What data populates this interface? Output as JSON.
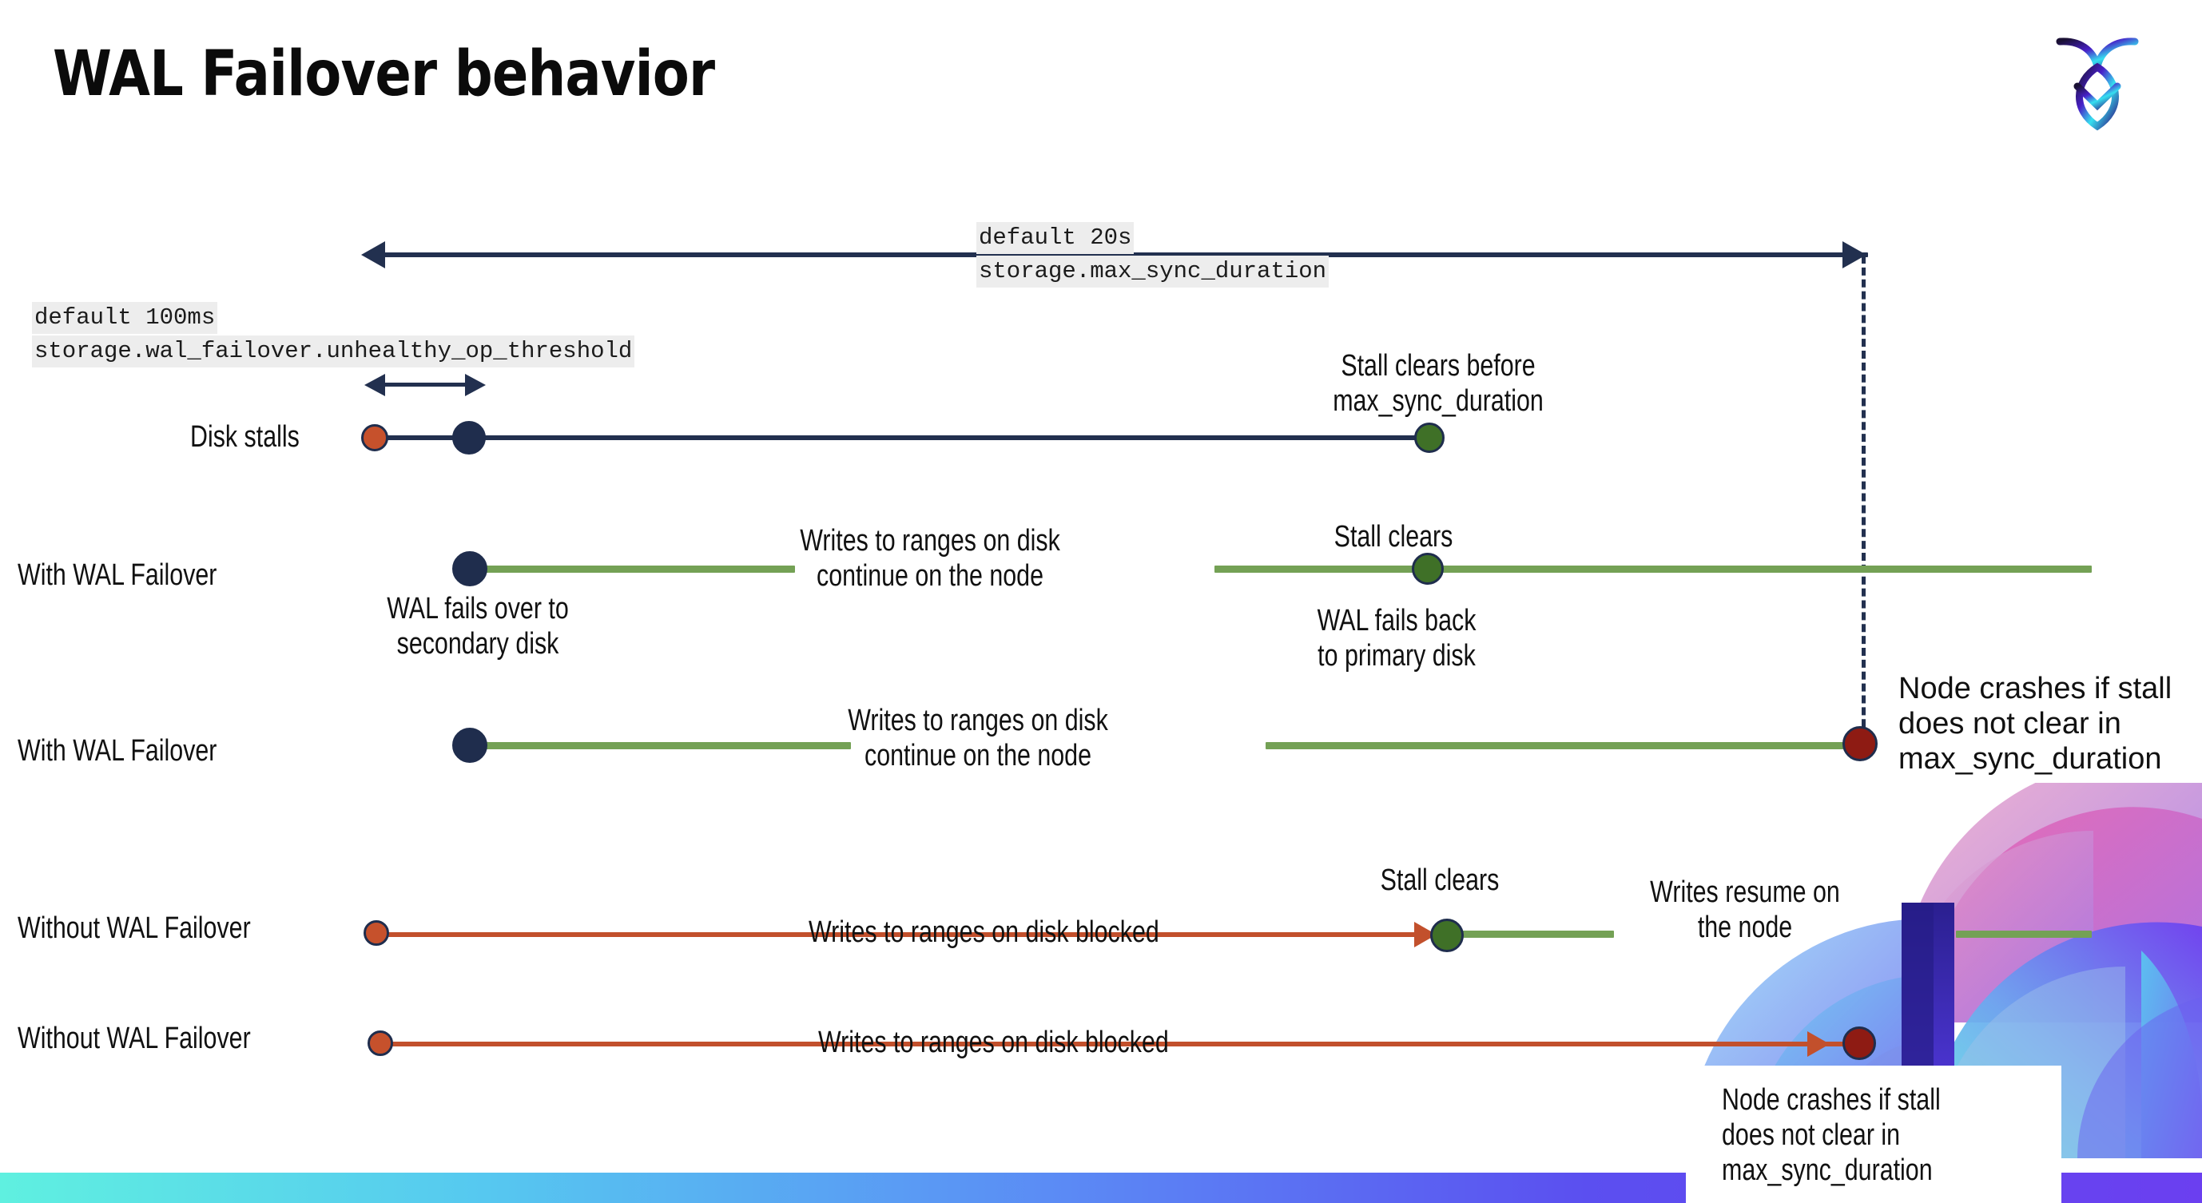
{
  "slide": {
    "title": "WAL Failover behavior",
    "logo_name": "cockroachdb-logo"
  },
  "annotations": {
    "max_sync": {
      "line1": "default 20s",
      "line2": "storage.max_sync_duration"
    },
    "unhealthy": {
      "line1": "default 100ms",
      "line2": "storage.wal_failover.unhealthy_op_threshold"
    }
  },
  "rows": [
    {
      "id": "disk-stalls",
      "label": "Disk stalls",
      "notes": [
        {
          "id": "stall-clears-before",
          "text": "Stall clears before\nmax_sync_duration"
        }
      ]
    },
    {
      "id": "with-wal-failover-1",
      "label": "With WAL Failover",
      "notes": [
        {
          "id": "wal-fails-over",
          "text": "WAL fails over to\nsecondary disk"
        },
        {
          "id": "writes-continue-1",
          "text": "Writes to ranges on disk\ncontinue on the node"
        },
        {
          "id": "stall-clears-1",
          "text": "Stall clears"
        },
        {
          "id": "wal-fails-back",
          "text": "WAL fails  back\nto primary disk"
        }
      ]
    },
    {
      "id": "with-wal-failover-2",
      "label": "With WAL Failover",
      "notes": [
        {
          "id": "writes-continue-2",
          "text": "Writes to ranges on disk\ncontinue on the node"
        },
        {
          "id": "node-crashes-1",
          "text": "Node crashes if stall\ndoes not clear in\nmax_sync_duration"
        }
      ]
    },
    {
      "id": "without-wal-failover-1",
      "label": "Without WAL Failover",
      "notes": [
        {
          "id": "writes-blocked-1",
          "text": "Writes to ranges on disk  blocked"
        },
        {
          "id": "stall-clears-2",
          "text": "Stall clears"
        },
        {
          "id": "writes-resume",
          "text": "Writes resume on\nthe node"
        }
      ]
    },
    {
      "id": "without-wal-failover-2",
      "label": "Without WAL Failover",
      "notes": [
        {
          "id": "writes-blocked-2",
          "text": "Writes to ranges on disk  blocked"
        },
        {
          "id": "node-crashes-2",
          "text": "Node crashes if stall\ndoes not clear in\nmax_sync_duration"
        }
      ]
    }
  ],
  "colors": {
    "navy": "#22304f",
    "green": "#74a155",
    "orange": "#c2502c",
    "dot_orange": "#c6512c",
    "dot_green": "#3f7027",
    "dot_darkred": "#8e1b13",
    "code_bg": "#ededed"
  }
}
